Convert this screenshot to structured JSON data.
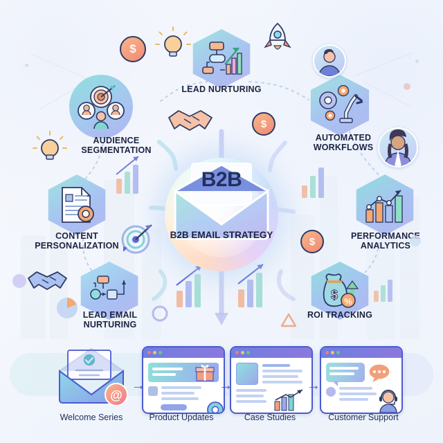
{
  "infographic": {
    "center": {
      "badge_text": "B2B",
      "title": "B2B EMAIL STRATEGY",
      "icon": "open-envelope-icon"
    },
    "nodes": [
      {
        "id": "lead-nurturing-top",
        "label": "LEAD NURTURING",
        "icon": "flowchart-growth-chart-icon",
        "shape": "hexagon"
      },
      {
        "id": "audience-segmentation",
        "label": "AUDIENCE SEGMENTATION",
        "icon": "target-audience-icon",
        "shape": "circle"
      },
      {
        "id": "automated-workflows",
        "label": "AUTOMATED WORKFLOWS",
        "icon": "gears-robot-arm-icon",
        "shape": "hexagon"
      },
      {
        "id": "content-personalization",
        "label": "CONTENT PERSONALIZATION",
        "icon": "document-gear-icon",
        "shape": "hexagon"
      },
      {
        "id": "performance-analytics",
        "label": "PERFORMANCE ANALYTICS",
        "icon": "bar-chart-trend-icon",
        "shape": "hexagon"
      },
      {
        "id": "lead-email-nurturing",
        "label": "LEAD EMAIL NURTURING",
        "icon": "workflow-diagram-icon",
        "shape": "hexagon"
      },
      {
        "id": "roi-tracking",
        "label": "ROI TRACKING",
        "icon": "money-bag-percent-icon",
        "shape": "hexagon"
      }
    ],
    "decor_icons": [
      {
        "name": "lightbulb-icon",
        "label": ""
      },
      {
        "name": "dollar-coin-icon",
        "label": "$"
      },
      {
        "name": "rocket-icon",
        "label": ""
      },
      {
        "name": "handshake-icon",
        "label": ""
      },
      {
        "name": "target-arrow-icon",
        "label": ""
      },
      {
        "name": "person-avatar-icon",
        "label": ""
      },
      {
        "name": "pie-chart-icon",
        "label": ""
      },
      {
        "name": "bar-chart-icon",
        "label": ""
      }
    ],
    "pipeline": {
      "steps": [
        {
          "caption": "Welcome Series",
          "icon": "envelope-check-at-icon"
        },
        {
          "caption": "Product Updates",
          "icon": "browser-gift-gear-icon"
        },
        {
          "caption": "Case Studies",
          "icon": "browser-article-chart-icon"
        },
        {
          "caption": "Customer Support",
          "icon": "browser-chat-headset-icon"
        }
      ],
      "arrow_glyph": "→"
    },
    "colors": {
      "text_dark": "#1b2340",
      "accent_blue": "#4a5bd0",
      "accent_purple": "#8b78dd",
      "accent_teal": "#63d2c8",
      "accent_orange": "#f4a07a",
      "background": "#f4f7fd"
    }
  }
}
